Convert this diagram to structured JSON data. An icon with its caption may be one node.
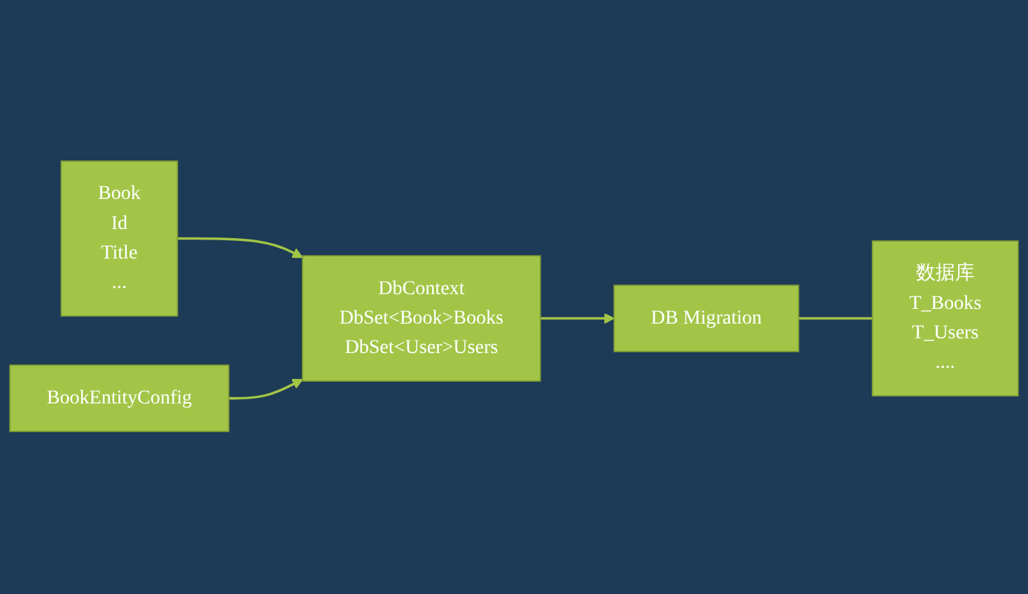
{
  "diagram": {
    "nodes": [
      {
        "text": [
          "DbContext",
          "DbSet<Book>Books",
          "DbSet<User>Users"
        ]
      },
      {
        "text": [
          "DB Migration"
        ]
      },
      {
        "text": [
          "数据库",
          "T_Books",
          "T_Users",
          "...."
        ]
      },
      {
        "text": [
          "BookEntityConfig"
        ]
      },
      {
        "text": [
          "Book",
          "Id",
          "Title",
          "..."
        ]
      }
    ],
    "edges": [
      {
        "from": 0,
        "to": 1,
        "arrow": "to"
      },
      {
        "from": 1,
        "to": 2,
        "arrow": "none"
      },
      {
        "from": 4,
        "to": 0,
        "arrow": "to"
      },
      {
        "from": 3,
        "to": 0,
        "arrow": "to"
      }
    ]
  }
}
